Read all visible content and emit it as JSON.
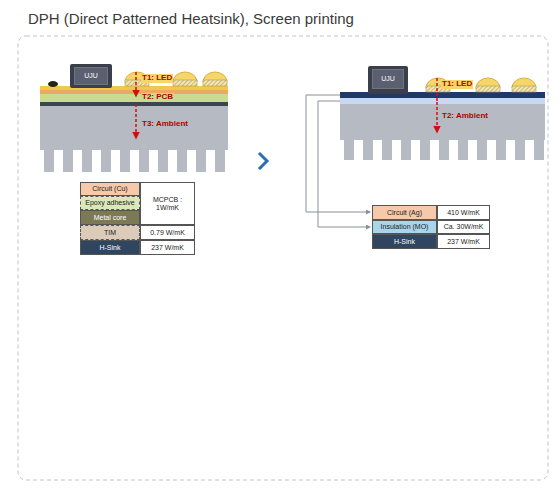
{
  "diagram": {
    "title": "DPH (Direct Patterned Heatsink), Screen printing",
    "nodes": [
      {
        "text": [
          "UJU"
        ]
      },
      {
        "text": [
          "Circuit (Cu)"
        ]
      },
      {
        "text": [
          "Epoxy adhesive"
        ]
      },
      {
        "text": [
          "Metal core"
        ]
      },
      {
        "text": [
          "MCPCB : 1W/mK"
        ]
      },
      {
        "text": [
          "TIM"
        ]
      },
      {
        "text": [
          "0.79 W/mK"
        ]
      },
      {
        "text": [
          "H-Sink"
        ]
      },
      {
        "text": [
          "237 W/mK"
        ]
      },
      {
        "text": [
          "UJU"
        ]
      },
      {
        "text": [
          "Circuit (Ag)"
        ]
      },
      {
        "text": [
          "410 W/mK"
        ]
      },
      {
        "text": [
          "Insulation (MO)"
        ]
      },
      {
        "text": [
          "Ca. 30W/mK"
        ]
      },
      {
        "text": [
          "H-Sink"
        ]
      },
      {
        "text": [
          "237 W/mK"
        ]
      }
    ],
    "labels": [
      "T1: LED",
      "T2: PCB",
      "T3: Ambient",
      "T1: LED",
      "T2: Ambient"
    ]
  }
}
